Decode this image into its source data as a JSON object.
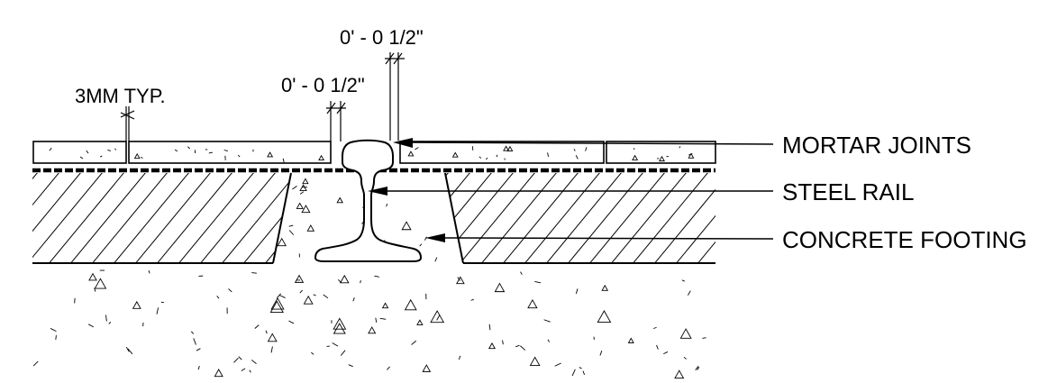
{
  "dimensions": {
    "tile_gap": "3MM TYP.",
    "left_joint": "0' - 0 1/2\"",
    "right_joint": "0' - 0 1/2\""
  },
  "callouts": {
    "mortar_joints": "MORTAR JOINTS",
    "steel_rail": "STEEL RAIL",
    "concrete_footing": "CONCRETE FOOTING"
  },
  "colors": {
    "ink": "#000000",
    "paper": "#ffffff"
  }
}
